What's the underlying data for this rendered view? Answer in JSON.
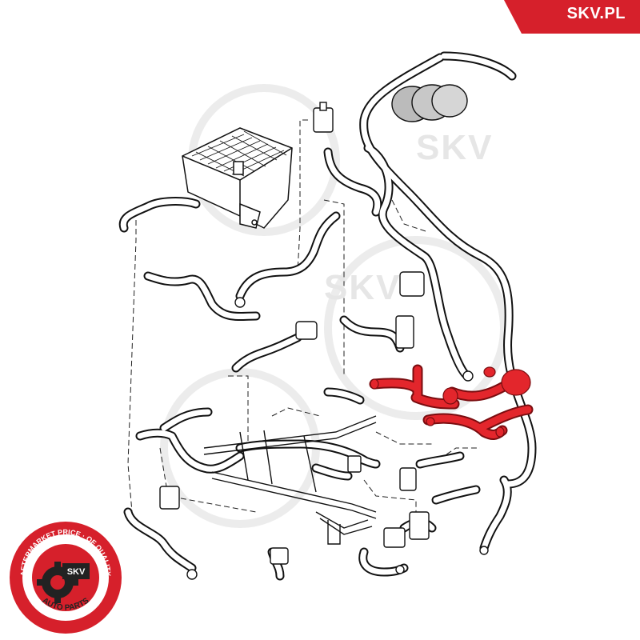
{
  "brand": {
    "site": "SKV.PL",
    "accent": "#d6202b",
    "highlight": "#e3262c"
  },
  "watermark": {
    "text": "SKV"
  },
  "seal": {
    "center": "SKV",
    "ring_top": "AFTERMARKET PRICE · OF QUALITY",
    "ring_bottom": "AUTO PARTS"
  }
}
